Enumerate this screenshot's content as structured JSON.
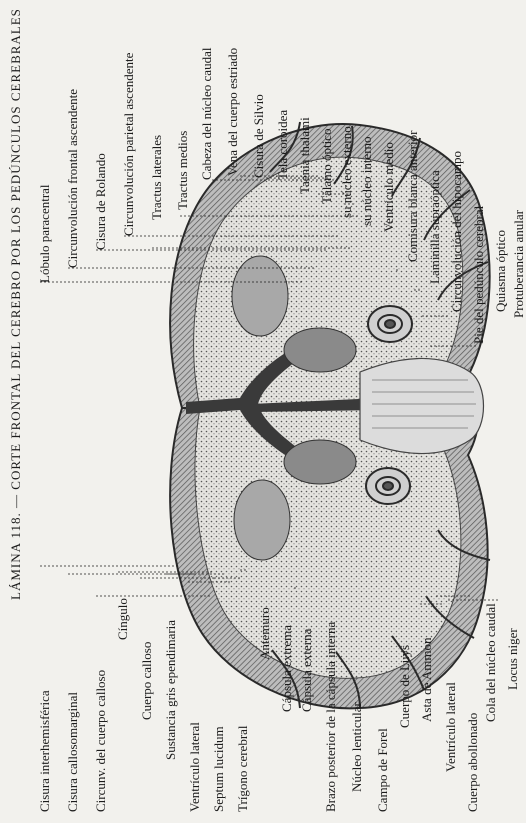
{
  "title": "LÁMINA 118. — CORTE FRONTAL DEL CEREBRO POR LOS PEDÚNCULOS CEREBRALES",
  "labels_top": [
    "Lóbulo paracentral",
    "Circunvolución frontal ascendente",
    "Cisura de Rolando",
    "Circunvolución parietal ascendente",
    "Tractus laterales",
    "Tractus medios",
    "Cabeza del núcleo caudal",
    "Vena del cuerpo estriado",
    "Cisura de Silvio",
    "Tela coroidea",
    "Taenia thalami",
    "Tálamo óptico",
    "su núcleo externo",
    "su núcleo interno",
    "Ventrículo medio",
    "Comisura blanca anterior",
    "Laminilla supraóptica",
    "Circunvolución del hipocampo",
    "Pie del pedúnculo cerebral",
    "Quiasma óptico",
    "Protuberancia anular"
  ],
  "labels_bottom": [
    "Cisura interhemisférica",
    "Cisura callosomarginal",
    "Circunv. del cuerpo calloso",
    "Cíngulo",
    "Cuerpo calloso",
    "Sustancia gris ependimaria",
    "Ventrículo lateral",
    "Septum lucidum",
    "Trígono cerebral",
    "Antemuro",
    "Cápsula extrema",
    "Cápsula externa",
    "Brazo posterior de la cápsula interna",
    "Núcleo lenticular",
    "Campo de Forel",
    "Cuerpo de Luys",
    "Asta de Ammon",
    "Ventrículo lateral",
    "Cuerpo abollonado",
    "Cola del núcleo caudal",
    "Locus niger"
  ],
  "colors": {
    "paper": "#f2f1ed",
    "ink": "#1c1c1c",
    "gray": "#8a8a8a",
    "dark": "#3a3a3a",
    "light": "#c8c8c8"
  }
}
